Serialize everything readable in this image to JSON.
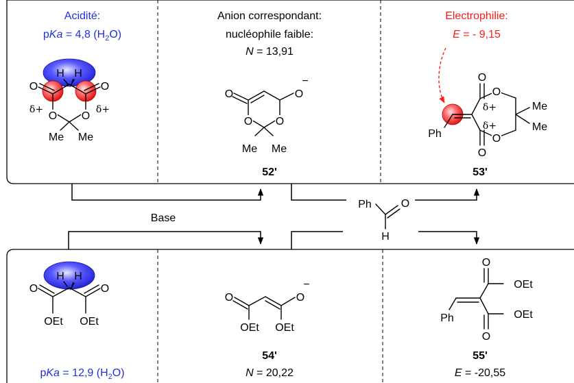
{
  "top_panel": {
    "acidity": {
      "title": "Acidité:",
      "pka_p": "p",
      "pka_k": "Ka",
      "pka_rest": " = 4,8 (H",
      "pka_sub": "2",
      "pka_close": "O)"
    },
    "anion": {
      "line1": "Anion correspondant:",
      "line2": "nucléophile faible:",
      "n_sym": "N",
      "n_value": " = 13,91",
      "label": "52'"
    },
    "electrophilie": {
      "title": "Electrophilie:",
      "e_sym": "E",
      "e_value": " = - 9,15",
      "label": "53'"
    }
  },
  "bottom_panel": {
    "pka_p": "p",
    "pka_k": "Ka",
    "pka_rest": " = 12,9 (H",
    "pka_sub": "2",
    "pka_close": "O)",
    "anion_label": "54'",
    "n_sym": "N",
    "n_value": " = 20,22",
    "product_label": "55'",
    "e_sym": "E",
    "e_value": " = -20,55"
  },
  "reagents": {
    "base": "Base",
    "aldehyde_ph": "Ph",
    "aldehyde_o": "O",
    "aldehyde_h": "H"
  },
  "atoms": {
    "O": "O",
    "Me": "Me",
    "H": "H",
    "Ph": "Ph",
    "OEt": "OEt",
    "minus": "−",
    "delta_plus": "δ+"
  },
  "colors": {
    "blue": "#1f2fe0",
    "red": "#ff1a1a",
    "black": "#000000"
  }
}
